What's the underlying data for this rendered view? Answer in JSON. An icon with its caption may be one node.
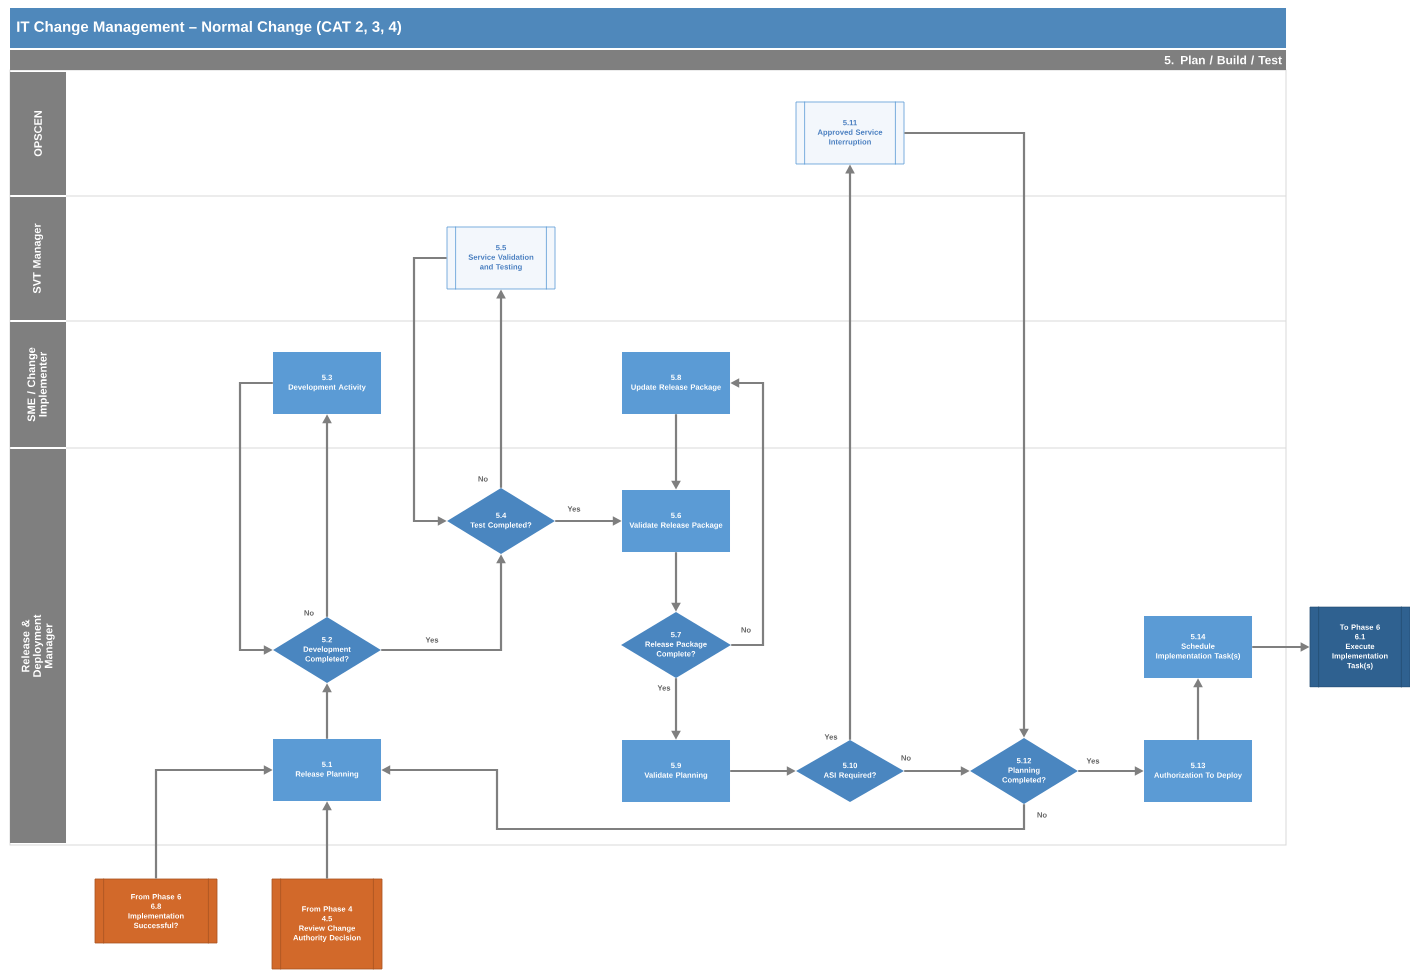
{
  "diagram": {
    "title": "IT Change Management – Normal Change (CAT 2, 3, 4)",
    "nodes": [
      {
        "text": [
          "5. Plan / Build / Test"
        ]
      },
      {
        "text": [
          "OPSCEN"
        ]
      },
      {
        "text": [
          "SVT Manager"
        ]
      },
      {
        "text": [
          "SME / Change Implementer"
        ]
      },
      {
        "text": [
          "Release & Deployment Manager"
        ]
      },
      {
        "text": [
          "5.11",
          "Approved Service Interruption"
        ]
      },
      {
        "text": [
          "5.5",
          "Service Validation and Testing"
        ]
      },
      {
        "text": [
          "5.3",
          "Development Activity"
        ]
      },
      {
        "text": [
          "5.8",
          "Update Release Package"
        ]
      },
      {
        "text": [
          "5.4",
          "Test Completed?"
        ]
      },
      {
        "text": [
          "5.6",
          "Validate Release Package"
        ]
      },
      {
        "text": [
          "5.7",
          "Release Package Complete?"
        ]
      },
      {
        "text": [
          "5.2",
          "Development Completed?"
        ]
      },
      {
        "text": [
          "5.14",
          "Schedule Implementation Task(s)"
        ]
      },
      {
        "text": [
          "To Phase 6",
          "6.1",
          "Execute Implementation Task(s)"
        ]
      },
      {
        "text": [
          "5.1",
          "Release Planning"
        ]
      },
      {
        "text": [
          "5.9",
          "Validate Planning"
        ]
      },
      {
        "text": [
          "5.10",
          "ASI Required?"
        ]
      },
      {
        "text": [
          "5.12",
          "Planning Completed?"
        ]
      },
      {
        "text": [
          "5.13",
          "Authorization To Deploy"
        ]
      },
      {
        "text": [
          "From Phase 6",
          "6.8",
          "Implementation Successful?"
        ]
      },
      {
        "text": [
          "From Phase 4",
          "4.5",
          "Review Change Authority Decision"
        ]
      }
    ],
    "edges": [
      {
        "from": 20,
        "to": 15,
        "arrow": "to"
      },
      {
        "from": 21,
        "to": 15,
        "arrow": "to"
      },
      {
        "from": 15,
        "to": 12,
        "arrow": "to"
      },
      {
        "from": 12,
        "to": 7,
        "arrow": "to",
        "label": "No"
      },
      {
        "from": 7,
        "to": 12,
        "arrow": "to"
      },
      {
        "from": 12,
        "to": 9,
        "arrow": "to",
        "label": "Yes"
      },
      {
        "from": 9,
        "to": 6,
        "arrow": "to",
        "label": "No"
      },
      {
        "from": 6,
        "to": 9,
        "arrow": "to"
      },
      {
        "from": 9,
        "to": 10,
        "arrow": "to",
        "label": "Yes"
      },
      {
        "from": 8,
        "to": 10,
        "arrow": "to"
      },
      {
        "from": 10,
        "to": 11,
        "arrow": "to"
      },
      {
        "from": 11,
        "to": 8,
        "arrow": "to",
        "label": "No"
      },
      {
        "from": 11,
        "to": 16,
        "arrow": "to",
        "label": "Yes"
      },
      {
        "from": 16,
        "to": 17,
        "arrow": "to"
      },
      {
        "from": 17,
        "to": 5,
        "arrow": "to",
        "label": "Yes"
      },
      {
        "from": 17,
        "to": 18,
        "arrow": "to",
        "label": "No"
      },
      {
        "from": 5,
        "to": 18,
        "arrow": "to"
      },
      {
        "from": 18,
        "to": 19,
        "arrow": "to",
        "label": "Yes"
      },
      {
        "from": 18,
        "to": 15,
        "arrow": "to",
        "label": "No"
      },
      {
        "from": 19,
        "to": 13,
        "arrow": "to"
      },
      {
        "from": 13,
        "to": 14,
        "arrow": "to"
      }
    ]
  }
}
